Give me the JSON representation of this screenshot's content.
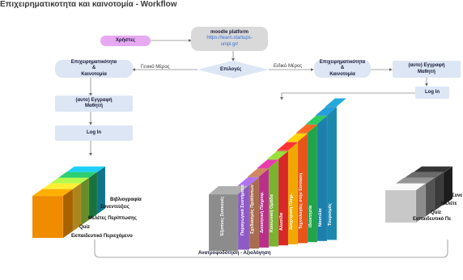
{
  "title": "Επιχειρηματικοτητα και καινοτομία - Workflow",
  "nodes": {
    "users": "Χρήστες",
    "moodle_title": "moodle platform",
    "moodle_url": "https://learn.startups-unipi.gr/",
    "options": "Επιλογές",
    "left_course_line1": "Επιχειρηματικότητα",
    "left_course_line2": "&",
    "left_course_line3": "Καινοτομία",
    "right_course_line1": "Επιχειρηματικότητα",
    "right_course_line2": "&",
    "right_course_line3": "Καινοτομία",
    "left_register_line1": "(αυτο) Εγγραφή",
    "left_register_line2": "Μαθητή",
    "right_register_line1": "(αυτο) Εγγραφή",
    "right_register_line2": "Μαθητή",
    "left_login": "Log In",
    "right_login": "Log In"
  },
  "edges": {
    "general": "Γενικό Μέρος",
    "special": "Ειδικό Μέρος",
    "feedback": "Ανατροφοδότηση - Αξιολόγηση"
  },
  "left_stack": {
    "layers": [
      "Βιβλιογραφία",
      "Συνεντεύξεις",
      "Μελέτες Περίπτωσης",
      "Quiz",
      "Εκπαιδευτικό Περιεχόμενο"
    ],
    "colors": [
      "#17a6c9",
      "#22a55a",
      "#92c83e",
      "#f5c02a",
      "#f08c00"
    ]
  },
  "middle_stack": {
    "layers": [
      "Έξυπνες Συσκευές",
      "Παραγωγικά Συστήματα",
      "Σχεδιασμός Προϊόντων",
      "Διοικητική Πληροφ.",
      "Κοινωνική Ομάδα",
      "Αλυσίδα",
      "Διαχείριση Πληρ.",
      "Τεχνολογίες στην Εστίαση",
      "Ιδιοκτησία",
      "Ναυτιλία",
      "Τουρισμός"
    ],
    "colors": [
      "#8c8c8c",
      "#8e5bc4",
      "#a86d4e",
      "#ba2f8a",
      "#7ab32e",
      "#d8282a",
      "#f0a800",
      "#e8541a",
      "#23a34c",
      "#1c7fae",
      "#1b88ae"
    ]
  },
  "right_stack": {
    "layers": [
      "Συνεντεύξεις",
      "Μελέτες Περίπτωσης",
      "Quiz",
      "Εκπαιδευτικό Περιεχόμενο"
    ],
    "labels_visible": [
      "Συνε",
      "Μελέτε",
      "Quiz",
      "Εκπαιδευτικό Πε"
    ],
    "colors": [
      "#2a2a2a",
      "#555555",
      "#777777",
      "#c8c8c8"
    ]
  }
}
